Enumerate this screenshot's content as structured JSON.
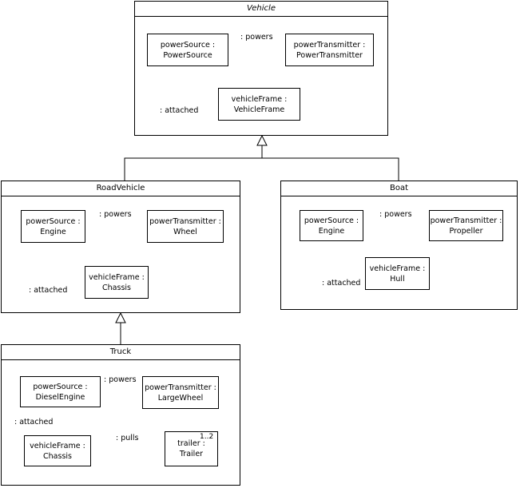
{
  "vehicle": {
    "title": "Vehicle",
    "power_source": {
      "role": "powerSource :",
      "type": "PowerSource"
    },
    "power_transmitter": {
      "role": "powerTransmitter :",
      "type": "PowerTransmitter"
    },
    "vehicle_frame": {
      "role": "vehicleFrame :",
      "type": "VehicleFrame"
    },
    "powers_label": ": powers",
    "attached_label": ": attached"
  },
  "road_vehicle": {
    "title": "RoadVehicle",
    "power_source": {
      "role": "powerSource :",
      "type": "Engine"
    },
    "power_transmitter": {
      "role": "powerTransmitter :",
      "type": "Wheel"
    },
    "vehicle_frame": {
      "role": "vehicleFrame :",
      "type": "Chassis"
    },
    "powers_label": ": powers",
    "attached_label": ": attached"
  },
  "boat": {
    "title": "Boat",
    "power_source": {
      "role": "powerSource :",
      "type": "Engine"
    },
    "power_transmitter": {
      "role": "powerTransmitter :",
      "type": "Propeller"
    },
    "vehicle_frame": {
      "role": "vehicleFrame :",
      "type": "Hull"
    },
    "powers_label": ": powers",
    "attached_label": ": attached"
  },
  "truck": {
    "title": "Truck",
    "power_source": {
      "role": "powerSource :",
      "type": "DieselEngine"
    },
    "power_transmitter": {
      "role": "powerTransmitter :",
      "type": "LargeWheel"
    },
    "vehicle_frame": {
      "role": "vehicleFrame :",
      "type": "Chassis"
    },
    "trailer": {
      "role": "trailer :",
      "type": "Trailer",
      "multiplicity": "1..2"
    },
    "powers_label": ": powers",
    "attached_label": ": attached",
    "pulls_label": ": pulls"
  }
}
